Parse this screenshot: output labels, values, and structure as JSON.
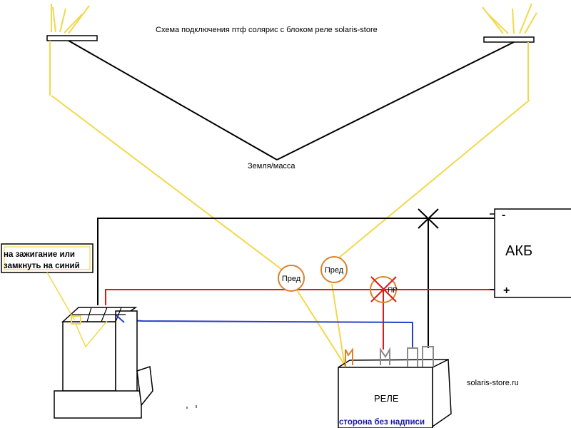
{
  "title": "Схема подключения птф солярис с блоком реле solaris-store",
  "ground_label": "Земля/масса",
  "battery": {
    "label": "АКБ",
    "minus": "-",
    "plus": "+"
  },
  "ignition_note": {
    "line1": "на зажигание или",
    "line2": "замкнуть на синий"
  },
  "fuses": [
    {
      "label": "Пред"
    },
    {
      "label": "Пред"
    },
    {
      "label": "ПР",
      "crossed": true
    }
  ],
  "relay": {
    "label": "РЕЛЕ",
    "side_note": "сторона без надписи"
  },
  "watermark": "solaris-store.ru",
  "colors": {
    "yellow_wire": "#f2d84a",
    "red_wire": "#e01818",
    "blue_wire": "#2a3fc8",
    "black_wire": "#000000",
    "fuse_circle": "#d9822b",
    "relay_text_blue": "#1a1aa8"
  }
}
